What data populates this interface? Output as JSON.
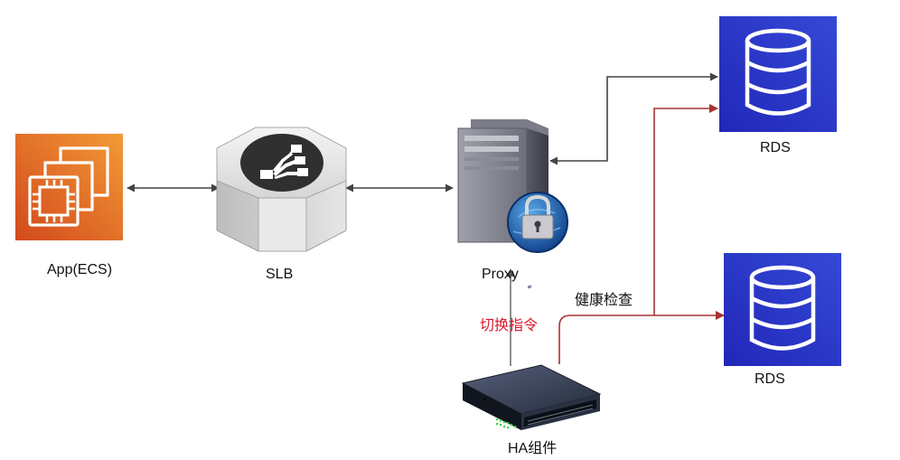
{
  "nodes": {
    "app": {
      "label": "App(ECS)",
      "icon": "ec2-instance-icon",
      "color": "#e8772b"
    },
    "slb": {
      "label": "SLB",
      "icon": "load-balancer-icon",
      "color": "#d9d9d9"
    },
    "proxy": {
      "label": "Proxy",
      "icon": "secure-server-icon",
      "color": "#9a9ba6"
    },
    "rds_top": {
      "label": "RDS",
      "icon": "database-icon",
      "color": "#2a36c9"
    },
    "rds_bottom": {
      "label": "RDS",
      "icon": "database-icon",
      "color": "#2a36c9"
    },
    "ha": {
      "label": "HA组件",
      "icon": "network-switch-icon",
      "color": "#1f2c44"
    }
  },
  "edges": {
    "health_check": {
      "label": "健康检查",
      "color": "#a83232"
    },
    "switch_command": {
      "label": "切换指令",
      "color": "#e0162b"
    },
    "connector_color": "#444444"
  }
}
